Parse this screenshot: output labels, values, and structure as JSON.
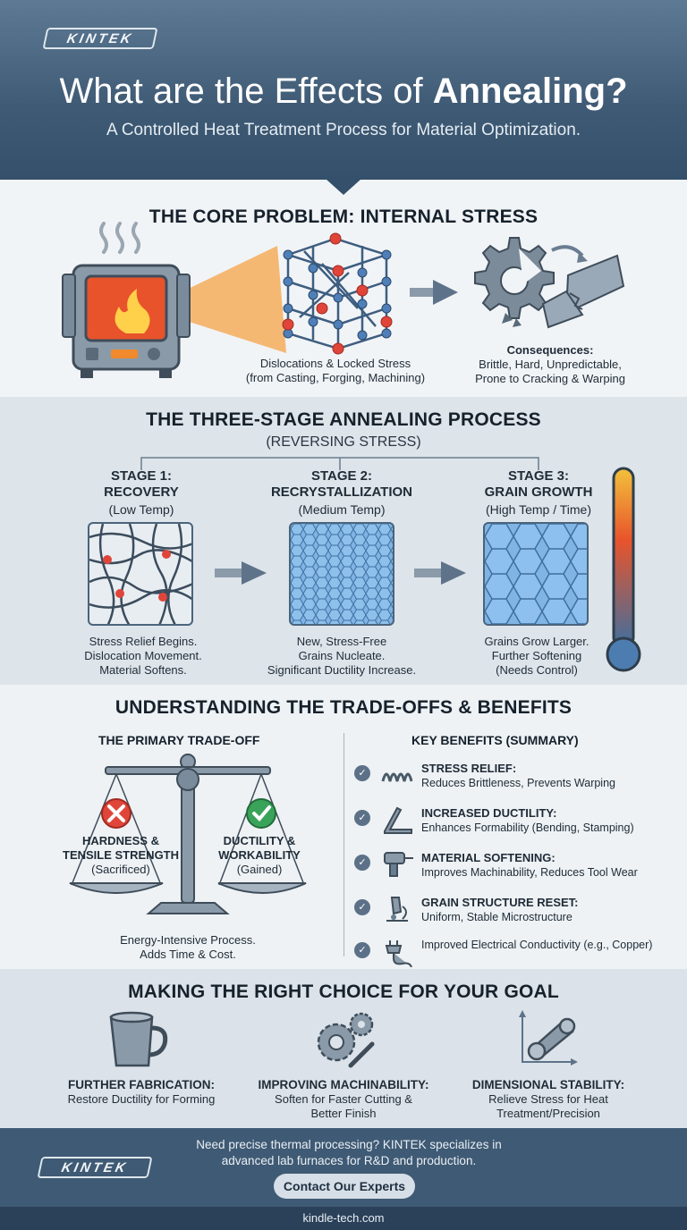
{
  "brand": "KINTEK",
  "header": {
    "title_prefix": "What are the Effects of ",
    "title_bold": "Annealing?",
    "subtitle": "A Controlled Heat Treatment Process for Material Optimization."
  },
  "core_problem": {
    "title": "THE CORE PROBLEM: INTERNAL STRESS",
    "lattice_caption_1": "Dislocations & Locked Stress",
    "lattice_caption_2": "(from Casting, Forging, Machining)",
    "consequences_title": "Consequences:",
    "consequences_1": "Brittle, Hard, Unpredictable,",
    "consequences_2": "Prone to Cracking & Warping"
  },
  "process": {
    "title": "THE THREE-STAGE ANNEALING PROCESS",
    "subtitle": "(REVERSING STRESS)",
    "stages": [
      {
        "label": "STAGE 1:",
        "name": "RECOVERY",
        "temp": "(Low Temp)",
        "desc": [
          "Stress Relief Begins.",
          "Dislocation Movement.",
          "Material Softens."
        ]
      },
      {
        "label": "STAGE 2:",
        "name": "RECRYSTALLIZATION",
        "temp": "(Medium Temp)",
        "desc": [
          "New, Stress-Free",
          "Grains Nucleate.",
          "Significant Ductility Increase."
        ]
      },
      {
        "label": "STAGE 3:",
        "name": "GRAIN GROWTH",
        "temp": "(High Temp / Time)",
        "desc": [
          "Grains Grow Larger.",
          "Further Softening",
          "(Needs Control)"
        ]
      }
    ]
  },
  "tradeoffs": {
    "title": "UNDERSTANDING THE TRADE-OFFS & BENEFITS",
    "primary_title": "THE PRIMARY TRADE-OFF",
    "left_1": "HARDNESS &",
    "left_2": "TENSILE STRENGTH",
    "left_3": "(Sacrificed)",
    "right_1": "DUCTILITY &",
    "right_2": "WORKABILITY",
    "right_3": "(Gained)",
    "note_1": "Energy-Intensive Process.",
    "note_2": "Adds Time & Cost.",
    "benefits_title": "KEY BENEFITS (SUMMARY)",
    "benefits": [
      {
        "title": "STRESS RELIEF:",
        "desc": "Reduces Brittleness, Prevents Warping",
        "icon": "spring-icon"
      },
      {
        "title": "INCREASED DUCTILITY:",
        "desc": "Enhances Formability (Bending, Stamping)",
        "icon": "bent-bar-icon"
      },
      {
        "title": "MATERIAL SOFTENING:",
        "desc": "Improves Machinability, Reduces Tool Wear",
        "icon": "drill-icon"
      },
      {
        "title": "GRAIN STRUCTURE RESET:",
        "desc": "Uniform, Stable Microstructure",
        "icon": "microscope-icon"
      },
      {
        "title": "",
        "desc": "Improved Electrical Conductivity (e.g., Copper)",
        "icon": "plug-icon"
      }
    ]
  },
  "goals": {
    "title": "MAKING THE RIGHT CHOICE FOR YOUR GOAL",
    "items": [
      {
        "title": "FURTHER FABRICATION:",
        "desc": [
          "Restore Ductility for Forming"
        ],
        "icon": "cup-icon"
      },
      {
        "title": "IMPROVING MACHINABILITY:",
        "desc": [
          "Soften for Faster Cutting &",
          "Better Finish"
        ],
        "icon": "gears-wrench-icon"
      },
      {
        "title": "DIMENSIONAL STABILITY:",
        "desc": [
          "Relieve Stress for Heat",
          "Treatment/Precision"
        ],
        "icon": "shaft-icon"
      }
    ]
  },
  "footer": {
    "text_1": "Need precise thermal processing? KINTEK specializes in",
    "text_2": "advanced lab furnaces for R&D and production.",
    "cta": "Contact Our Experts",
    "url": "kindle-tech.com"
  },
  "colors": {
    "header": "#3f5a74",
    "accent_flame": "#f08a2c",
    "stress_red": "#e0453a",
    "check_green": "#3aa35a"
  }
}
